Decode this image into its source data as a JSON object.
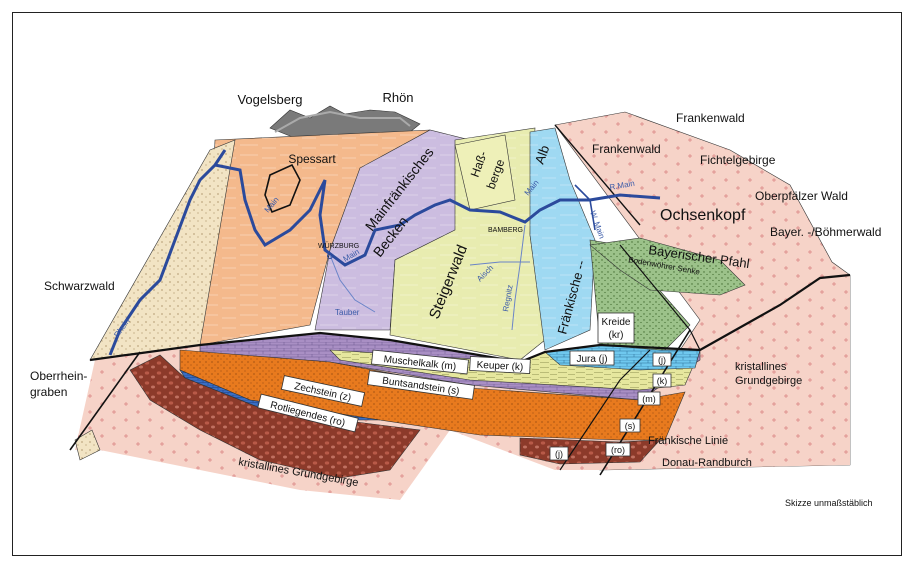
{
  "diagram": {
    "labels": {
      "vogelsberg": "Vogelsberg",
      "rhoen": "Rhön",
      "spessart": "Spessart",
      "frankenwald1": "Frankenwald",
      "frankenwald2": "Frankenwald",
      "fichtelgebirge": "Fichtelgebirge",
      "oberpfaelzer_wald": "Oberpfälzer Wald",
      "bayer_boehmerwald": "Bayer. -/Böhmerwald",
      "ochsenkopf": "Ochsenkopf",
      "bayerischer_pfahl": "Bayerischer Pfahl",
      "bodenwoehrer_senke": "Bodenwöhrer Senke",
      "schwarzwald": "Schwarzwald",
      "oberrheingraben_1": "Oberrhein-",
      "oberrheingraben_2": "graben",
      "mainfraenkisches_1": "Mainfränkisches",
      "mainfraenkisches_2": "Becken",
      "hassberge_1": "Haß-",
      "hassberge_2": "berge",
      "alb": "Alb",
      "fraenkische": "Fränkische --",
      "steigerwald": "Steigerwald",
      "wuerzburg": "WÜRZBURG",
      "bamberg": "BAMBERG",
      "kristallines_right_1": "kristallines",
      "kristallines_right_2": "Grundgebirge",
      "kristallines_bottom": "kristallines Grundgebirge",
      "fraenkische_linie": "Fränkische Linie",
      "donau_randburch": "Donau-Randburch",
      "skizze": "Skizze unmaßstäblich"
    },
    "rivers": {
      "main_1": "Main",
      "main_2": "Main",
      "main_3": "Main",
      "r_main": "R.Main",
      "w_main": "W. Main",
      "tauber": "Tauber",
      "aisch": "Aisch",
      "regnitz": "Regnitz",
      "rhein": "Rhein"
    },
    "layers": {
      "kreide_1": "Kreide",
      "kreide_2": "(kr)",
      "jura": "Jura (j)",
      "keuper": "Keuper (k)",
      "muschelkalk": "Muschelkalk (m)",
      "buntsandstein": "Buntsandstein (s)",
      "zechstein": "Zechstein (z)",
      "rotliegendes": "Rotliegendes (ro)",
      "j_right": "(j)",
      "k_right": "(k)",
      "m_right": "(m)",
      "s_right": "(s)",
      "ro_right": "(ro)",
      "j_bottom": "(j)"
    },
    "colors": {
      "granite_pink": "#f6d3c8",
      "muschelkalk": "#a98fc4",
      "keuper": "#e8eaa4",
      "jura": "#6fc8ee",
      "buntsandstein": "#e87a1e",
      "zechstein": "#3a6ec4",
      "rotliegendes": "#8c3a2a",
      "kreide": "#9cc28a",
      "river": "#2b4a9c"
    }
  }
}
